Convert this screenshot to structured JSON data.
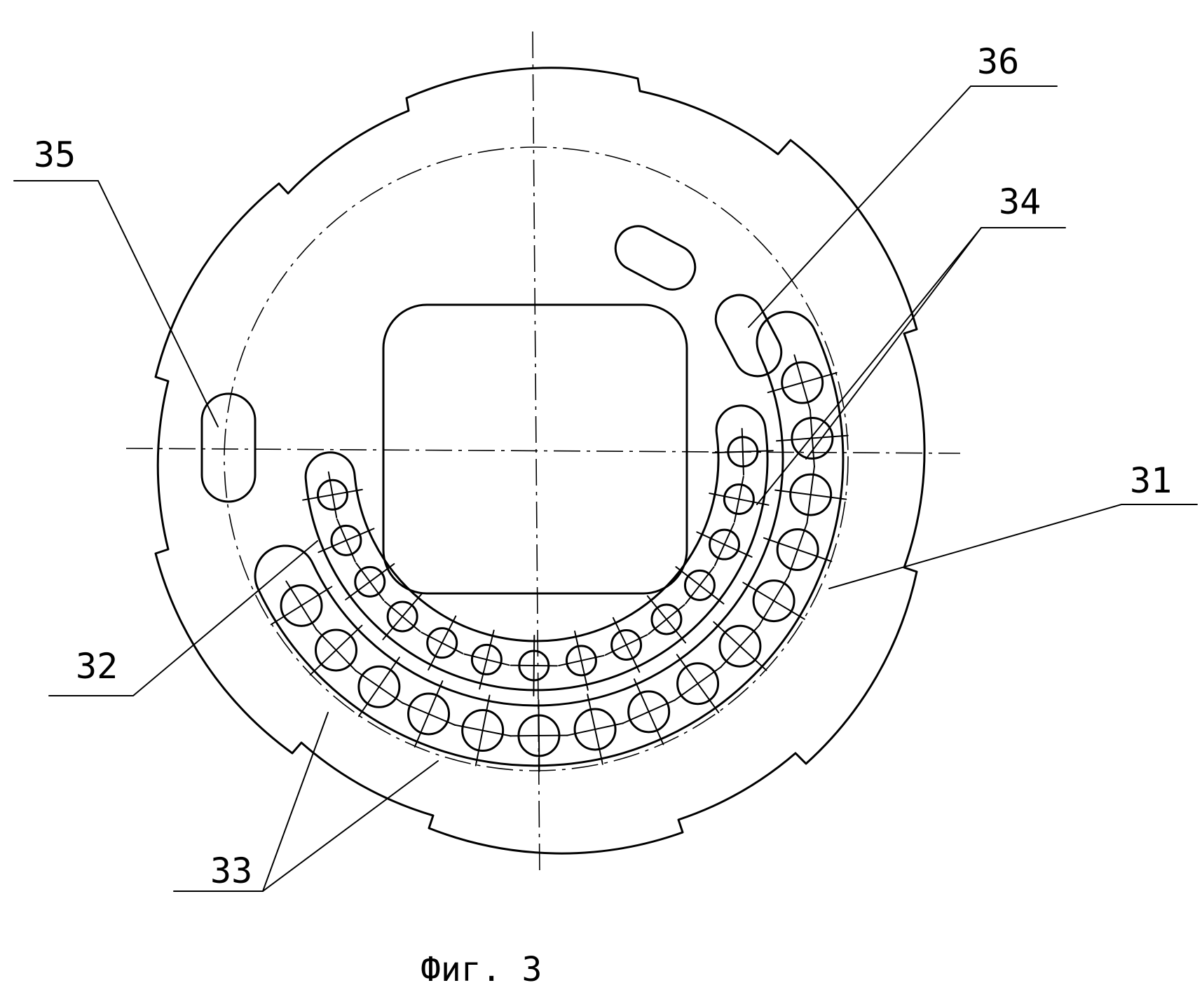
{
  "labels": {
    "l31": "31",
    "l32": "32",
    "l33": "33",
    "l34": "34",
    "l35": "35",
    "l36": "36"
  },
  "caption": "Фиг. 3"
}
